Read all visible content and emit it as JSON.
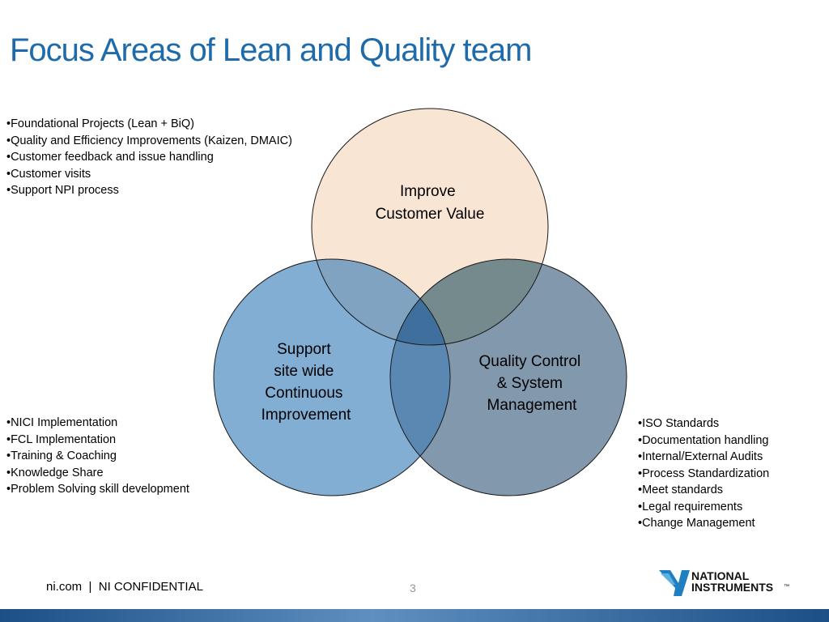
{
  "title": "Focus Areas of Lean and Quality team",
  "circles": {
    "top": {
      "lines": [
        "Improve",
        "Customer Value"
      ],
      "fill": "#f8e5d3"
    },
    "left": {
      "lines": [
        "Support",
        "site wide",
        "Continuous",
        "Improvement"
      ],
      "fill": "#82aed4"
    },
    "right": {
      "lines": [
        "Quality Control",
        "& System",
        "Management"
      ],
      "fill": "#8298ac"
    }
  },
  "lists": {
    "top": [
      "Foundational Projects (Lean + BiQ)",
      "Quality and Efficiency Improvements (Kaizen, DMAIC)",
      "Customer feedback and issue handling",
      "Customer visits",
      "Support NPI process"
    ],
    "left": [
      "NICI Implementation",
      "FCL Implementation",
      "Training & Coaching",
      "Knowledge Share",
      "Problem Solving skill development"
    ],
    "right": [
      "ISO Standards",
      "Documentation handling",
      "Internal/External Audits",
      "Process Standardization",
      "Meet standards",
      "Legal requirements",
      "Change Management"
    ]
  },
  "footer": {
    "text": "ni.com  |  NI CONFIDENTIAL",
    "page_number": "3"
  },
  "logo": {
    "line1": "NATIONAL",
    "line2": "INSTRUMENTS",
    "tm": "™",
    "icon": "eagle-logo-icon"
  },
  "colors": {
    "title": "#1f6aa8",
    "overlap_top_left": "#7fa3c0",
    "overlap_top_right": "#758a8c",
    "overlap_left_right": "#5b88b3",
    "overlap_center": "#3f709d",
    "bottom_bar": "#1b4f86"
  }
}
